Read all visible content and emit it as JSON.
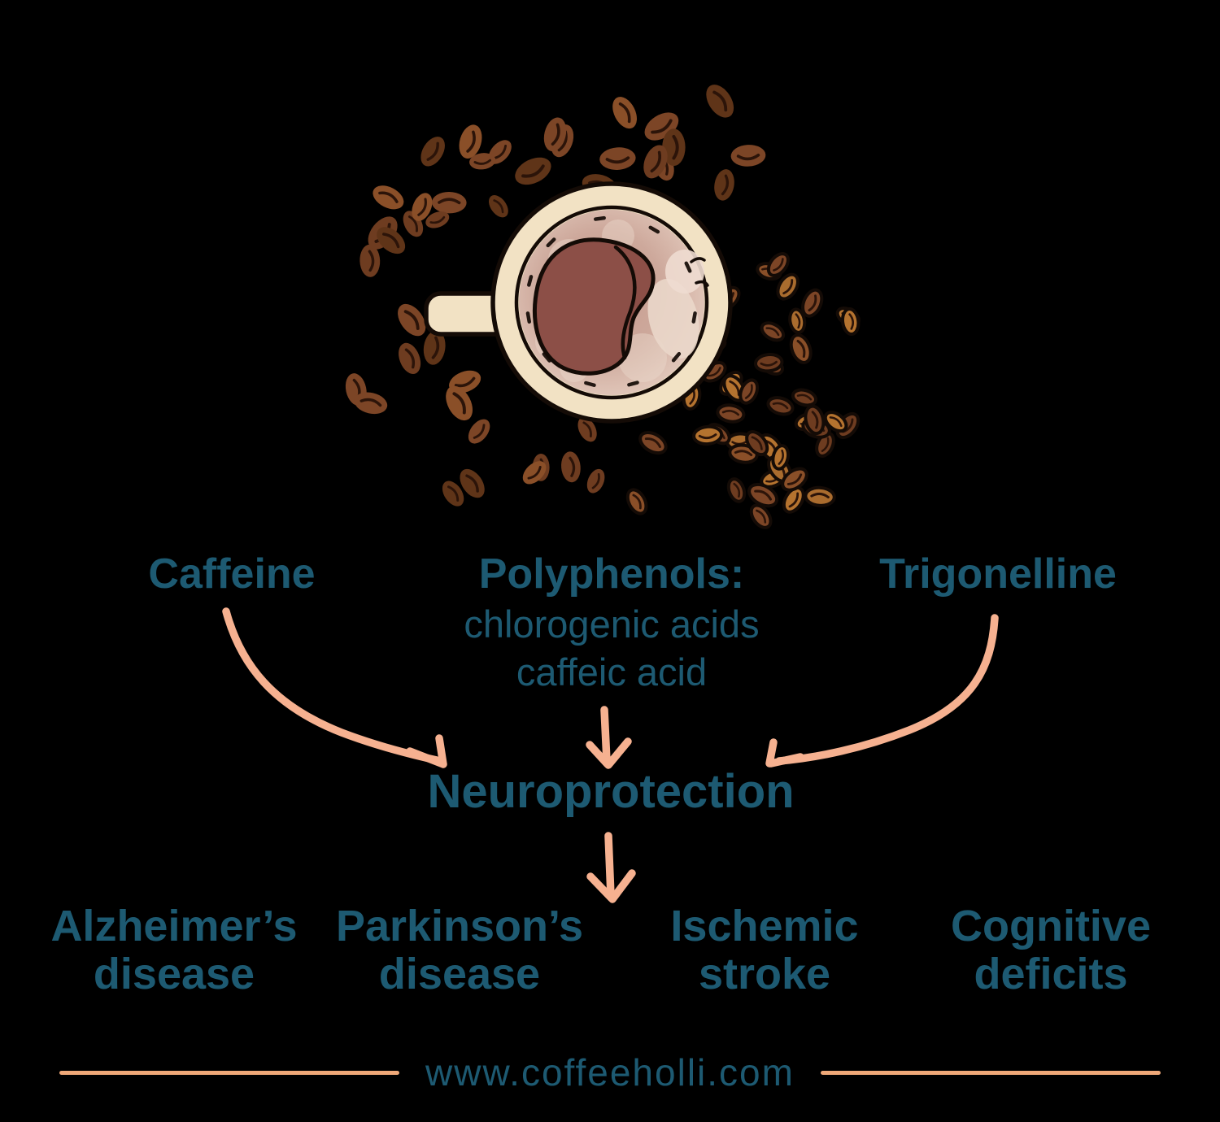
{
  "illustration": {
    "name": "coffee-cup-top-view-surrounded-by-coffee-beans"
  },
  "compounds": [
    {
      "title": "Caffeine",
      "lines": []
    },
    {
      "title": "Polyphenols:",
      "lines": [
        "chlorogenic acids",
        "caffeic acid"
      ]
    },
    {
      "title": "Trigonelline",
      "lines": []
    }
  ],
  "hub": {
    "label": "Neuroprotection"
  },
  "outcomes": [
    {
      "line1": "Alzheimer’s",
      "line2": "disease"
    },
    {
      "line1": "Parkinson’s",
      "line2": "disease"
    },
    {
      "line1": "Ischemic",
      "line2": "stroke"
    },
    {
      "line1": "Cognitive",
      "line2": "deficits"
    }
  ],
  "footer": {
    "url": "www.coffeeholli.com"
  },
  "colors": {
    "background": "#000000",
    "text_teal": "#1d5a72",
    "arrow_peach": "#f6b190",
    "divider_orange": "#efa878",
    "cup_cream": "#f2e2c4",
    "cup_outline": "#140b06",
    "crema_pink": "#c89f94",
    "coffee_dark": "#8c4f47",
    "bean_dark": "#6e3c20",
    "bean_mid": "#7c4526",
    "bean_light": "#aa6c2e"
  }
}
